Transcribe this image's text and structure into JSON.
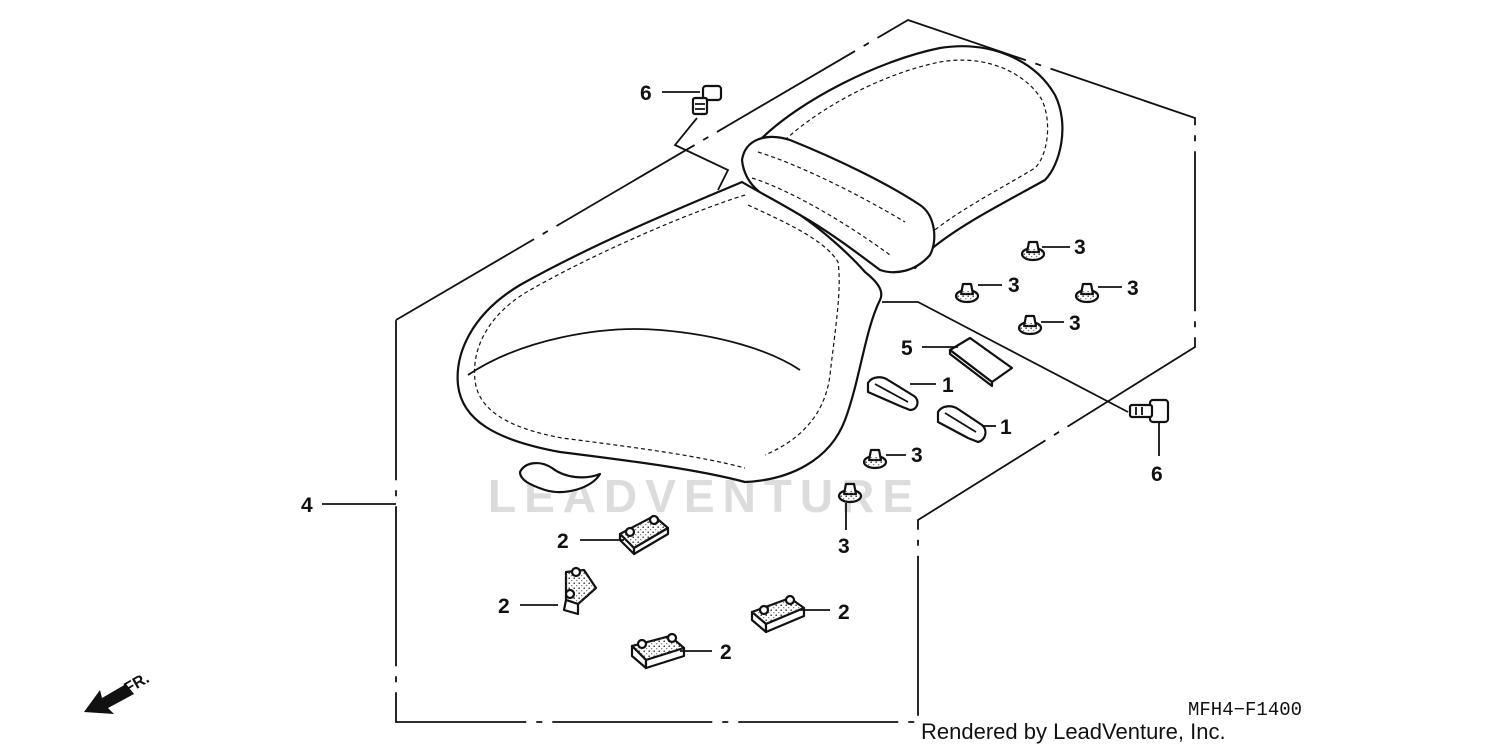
{
  "diagram": {
    "figure_code": "MFH4−F1400",
    "credit": "Rendered by LeadVenture, Inc.",
    "watermark": "LEADVENTURE",
    "direction_label": "FR.",
    "callouts": {
      "c1a": "1",
      "c1b": "1",
      "c2a": "2",
      "c2b": "2",
      "c2c": "2",
      "c2d": "2",
      "c3a": "3",
      "c3b": "3",
      "c3c": "3",
      "c3d": "3",
      "c3e": "3",
      "c3f": "3",
      "c4": "4",
      "c5": "5",
      "c6a": "6",
      "c6b": "6"
    }
  },
  "colors": {
    "ink": "#111111",
    "watermark": "#dcdcdc",
    "background": "#ffffff"
  }
}
